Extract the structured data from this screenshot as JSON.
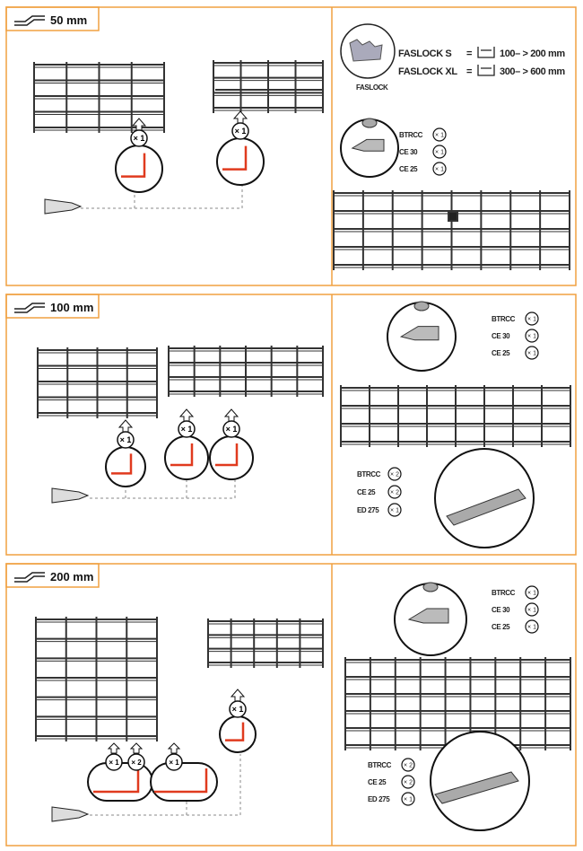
{
  "colors": {
    "border": "#f0a040",
    "accent_red": "#e03a1e",
    "wire": "#333333"
  },
  "sections": [
    {
      "size_label": "50 mm",
      "cut_quantities": [
        "× 1",
        "× 1"
      ],
      "faslock": {
        "caption": "FASLOCK",
        "rows": [
          {
            "name": "FASLOCK S",
            "eq": "=",
            "range": "100– > 200 mm"
          },
          {
            "name": "FASLOCK XL",
            "eq": "=",
            "range": "300– > 600 mm"
          }
        ]
      },
      "parts": [
        {
          "name": "BTRCC",
          "qty": "× 1"
        },
        {
          "name": "CE 30",
          "qty": "× 1"
        },
        {
          "name": "CE 25",
          "qty": "× 1"
        }
      ]
    },
    {
      "size_label": "100 mm",
      "cut_quantities": [
        "× 1",
        "× 1",
        "× 1"
      ],
      "parts": [
        {
          "name": "BTRCC",
          "qty": "× 1"
        },
        {
          "name": "CE 30",
          "qty": "× 1"
        },
        {
          "name": "CE 25",
          "qty": "× 1"
        }
      ],
      "parts2": [
        {
          "name": "BTRCC",
          "qty": "× 2"
        },
        {
          "name": "CE 25",
          "qty": "× 2"
        },
        {
          "name": "ED 275",
          "qty": "× 1"
        }
      ]
    },
    {
      "size_label": "200 mm",
      "cut_quantities": [
        "× 1",
        "× 2",
        "× 1",
        "× 1"
      ],
      "parts": [
        {
          "name": "BTRCC",
          "qty": "× 1"
        },
        {
          "name": "CE 30",
          "qty": "× 1"
        },
        {
          "name": "CE 25",
          "qty": "× 1"
        }
      ],
      "parts2": [
        {
          "name": "BTRCC",
          "qty": "× 2"
        },
        {
          "name": "CE 25",
          "qty": "× 2"
        },
        {
          "name": "ED 275",
          "qty": "× 1"
        }
      ]
    }
  ]
}
